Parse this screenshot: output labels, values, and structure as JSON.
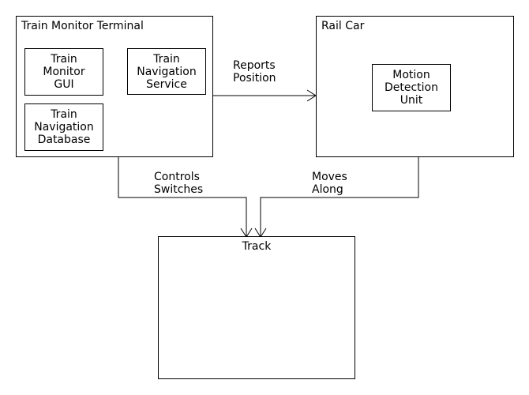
{
  "nodes": {
    "terminal": {
      "title": "Train Monitor Terminal",
      "gui": "Train\nMonitor\nGUI",
      "nav_service": "Train\nNavigation\nService",
      "nav_database": "Train\nNavigation\nDatabase"
    },
    "railcar": {
      "title": "Rail Car",
      "motion_unit": "Motion\nDetection\nUnit"
    },
    "track": {
      "title": "Track"
    }
  },
  "edges": {
    "reports_position": "Reports\nPosition",
    "controls_switches": "Controls\nSwitches",
    "moves_along": "Moves\nAlong"
  },
  "colors": {
    "stroke": "#000000",
    "background": "#ffffff"
  }
}
